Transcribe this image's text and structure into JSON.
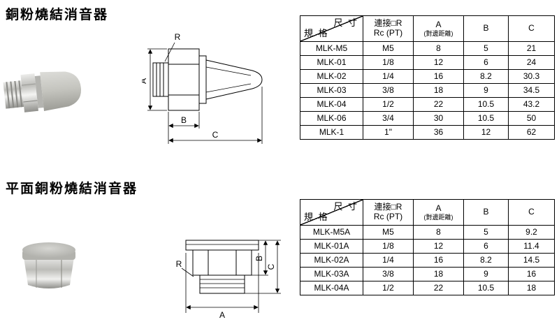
{
  "colors": {
    "background": "#ffffff",
    "line": "#000000",
    "table_border": "#000000"
  },
  "sections": [
    {
      "title": "銅粉燒結消音器",
      "drawing": {
        "r": "R",
        "a": "A",
        "b": "B",
        "c": "C"
      },
      "table": {
        "header": {
          "dimension": "尺 寸",
          "spec": "規 格",
          "connection_top": "連接□R",
          "connection_bottom": "Rc (PT)",
          "a_top": "A",
          "a_bottom": "(對邊距離)",
          "b": "B",
          "c": "C"
        },
        "rows": [
          [
            "MLK-M5",
            "M5",
            "8",
            "5",
            "21"
          ],
          [
            "MLK-01",
            "1/8",
            "12",
            "6",
            "24"
          ],
          [
            "MLK-02",
            "1/4",
            "16",
            "8.2",
            "30.3"
          ],
          [
            "MLK-03",
            "3/8",
            "18",
            "9",
            "34.5"
          ],
          [
            "MLK-04",
            "1/2",
            "22",
            "10.5",
            "43.2"
          ],
          [
            "MLK-06",
            "3/4",
            "30",
            "10.5",
            "50"
          ],
          [
            "MLK-1",
            "1\"",
            "36",
            "12",
            "62"
          ]
        ]
      }
    },
    {
      "title": "平面銅粉燒結消音器",
      "drawing": {
        "r": "R",
        "a": "A",
        "b": "B",
        "c": "C"
      },
      "table": {
        "header": {
          "dimension": "尺 寸",
          "spec": "規 格",
          "connection_top": "連接□R",
          "connection_bottom": "Rc (PT)",
          "a_top": "A",
          "a_bottom": "(對邊距離)",
          "b": "B",
          "c": "C"
        },
        "rows": [
          [
            "MLK-M5A",
            "M5",
            "8",
            "5",
            "9.2"
          ],
          [
            "MLK-01A",
            "1/8",
            "12",
            "6",
            "11.4"
          ],
          [
            "MLK-02A",
            "1/4",
            "16",
            "8.2",
            "14.5"
          ],
          [
            "MLK-03A",
            "3/8",
            "18",
            "9",
            "16"
          ],
          [
            "MLK-04A",
            "1/2",
            "22",
            "10.5",
            "18"
          ]
        ]
      }
    }
  ]
}
